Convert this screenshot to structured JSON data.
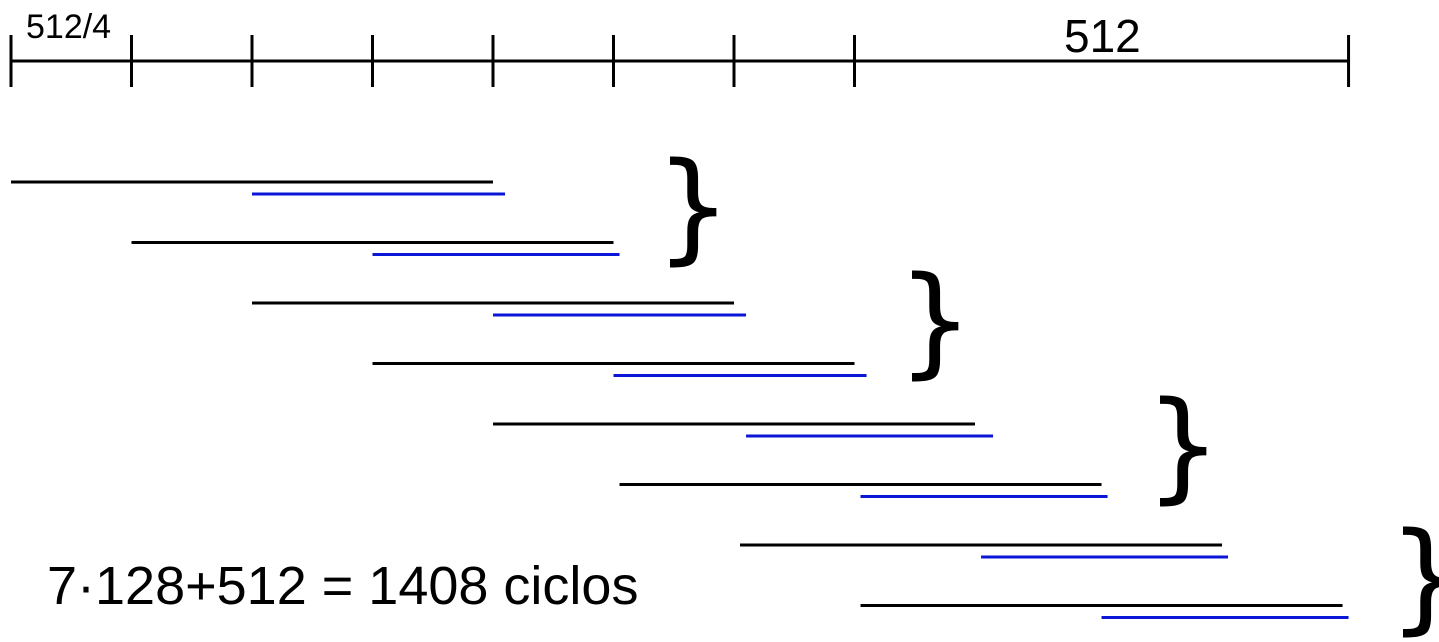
{
  "scale": {
    "label_small": "512/4",
    "label_large": "512"
  },
  "formula": "7·128+512 = 1408 ciclos",
  "brace_glyph": "}",
  "colors": {
    "primary": "#000000",
    "secondary": "#0a17d6"
  },
  "rows": [
    {
      "black": [
        0,
        4
      ],
      "blue": [
        2,
        4.1
      ]
    },
    {
      "black": [
        1,
        5
      ],
      "blue": [
        3,
        5.05
      ]
    },
    {
      "black": [
        2,
        6
      ],
      "blue": [
        4,
        6.1
      ]
    },
    {
      "black": [
        3,
        7
      ],
      "blue": [
        5,
        7.1
      ]
    },
    {
      "black": [
        4,
        8
      ],
      "blue": [
        6.1,
        8.15
      ]
    },
    {
      "black": [
        5.05,
        9.05
      ],
      "blue": [
        7.05,
        9.1
      ]
    },
    {
      "black": [
        6.05,
        10.05
      ],
      "blue": [
        8.05,
        10.1
      ]
    },
    {
      "black": [
        7.05,
        11.05
      ],
      "blue": [
        9.05,
        11.1
      ]
    }
  ]
}
